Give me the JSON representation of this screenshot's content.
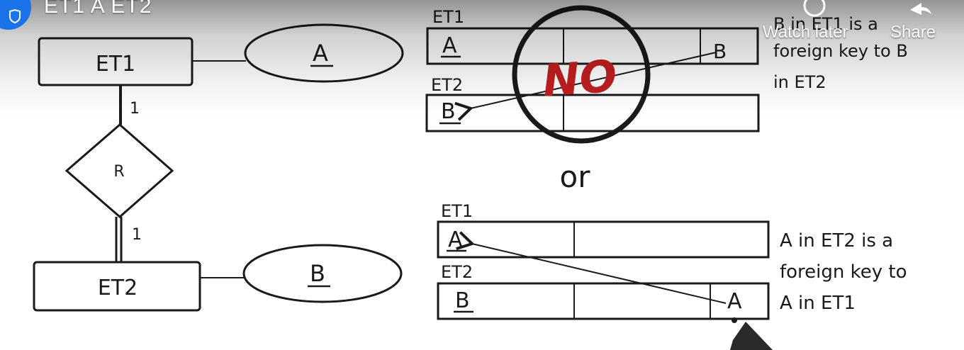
{
  "video": {
    "title": "ET1 A ET2",
    "watch_later_label": "Watch later",
    "share_label": "Share"
  },
  "er_diagram": {
    "entity_top": "ET1",
    "entity_bottom": "ET2",
    "relationship": "R",
    "attribute_top": "A",
    "attribute_bottom": "B",
    "cardinality_top": "1",
    "cardinality_bottom": "1"
  },
  "option_one": {
    "table_top_label": "ET1",
    "table_top_key": "A",
    "table_top_fk": "B",
    "table_bottom_label": "ET2",
    "table_bottom_key": "B",
    "stamp": "NO",
    "note_lines": [
      "B in ET1 is a",
      "foreign key to B",
      "in ET2"
    ]
  },
  "separator": "or",
  "option_two": {
    "table_top_label": "ET1",
    "table_top_key": "A",
    "table_bottom_label": "ET2",
    "table_bottom_key": "B",
    "table_bottom_fk": "A",
    "note_lines": [
      "A in ET2 is a",
      "foreign key to",
      "A in ET1"
    ]
  },
  "colors": {
    "ink": "#1a1a1a",
    "stamp_red": "#c0201f",
    "avatar_blue": "#1a73e8",
    "overlay_text": "#ffffff"
  },
  "icons": [
    "channel-logo-icon",
    "watch-later-icon",
    "share-icon",
    "pen-cursor-icon"
  ]
}
